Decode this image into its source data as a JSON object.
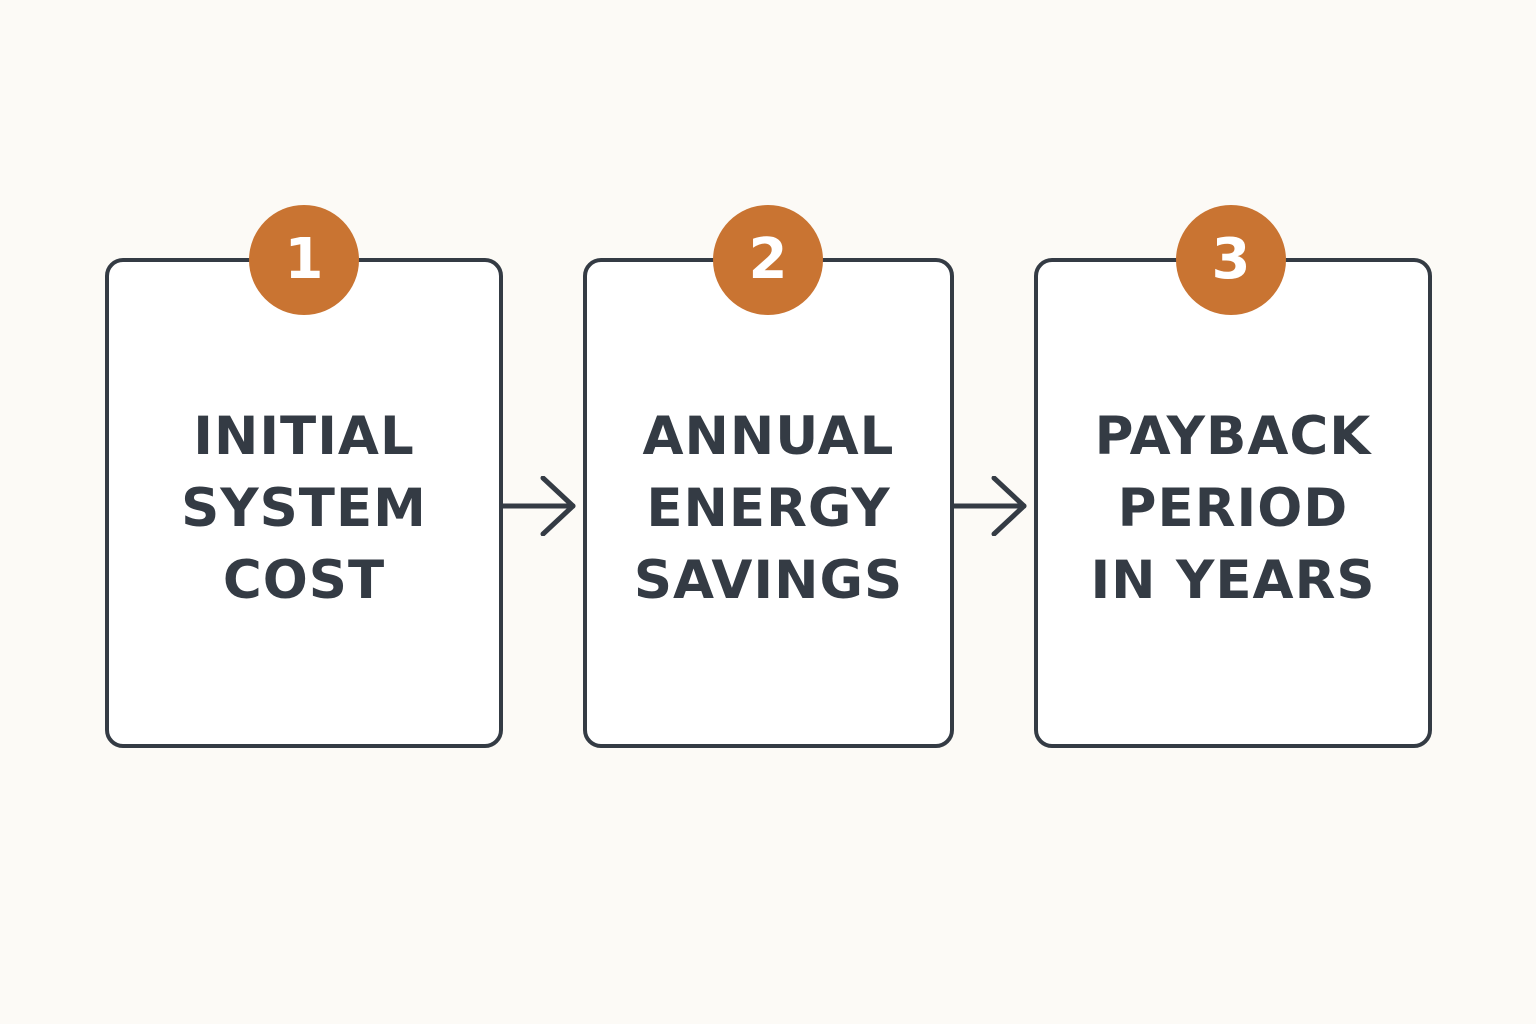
{
  "steps": [
    {
      "number": "1",
      "label_lines": [
        "INITIAL",
        "SYSTEM",
        "COST"
      ]
    },
    {
      "number": "2",
      "label_lines": [
        "ANNUAL",
        "ENERGY",
        "SAVINGS"
      ]
    },
    {
      "number": "3",
      "label_lines": [
        "PAYBACK",
        "PERIOD",
        "IN YEARS"
      ]
    }
  ],
  "colors": {
    "background": "#fcfaf6",
    "outline": "#343b44",
    "badge_fill": "#c97432",
    "badge_text": "#ffffff"
  },
  "icons": {
    "connector": "arrow-right-icon"
  }
}
